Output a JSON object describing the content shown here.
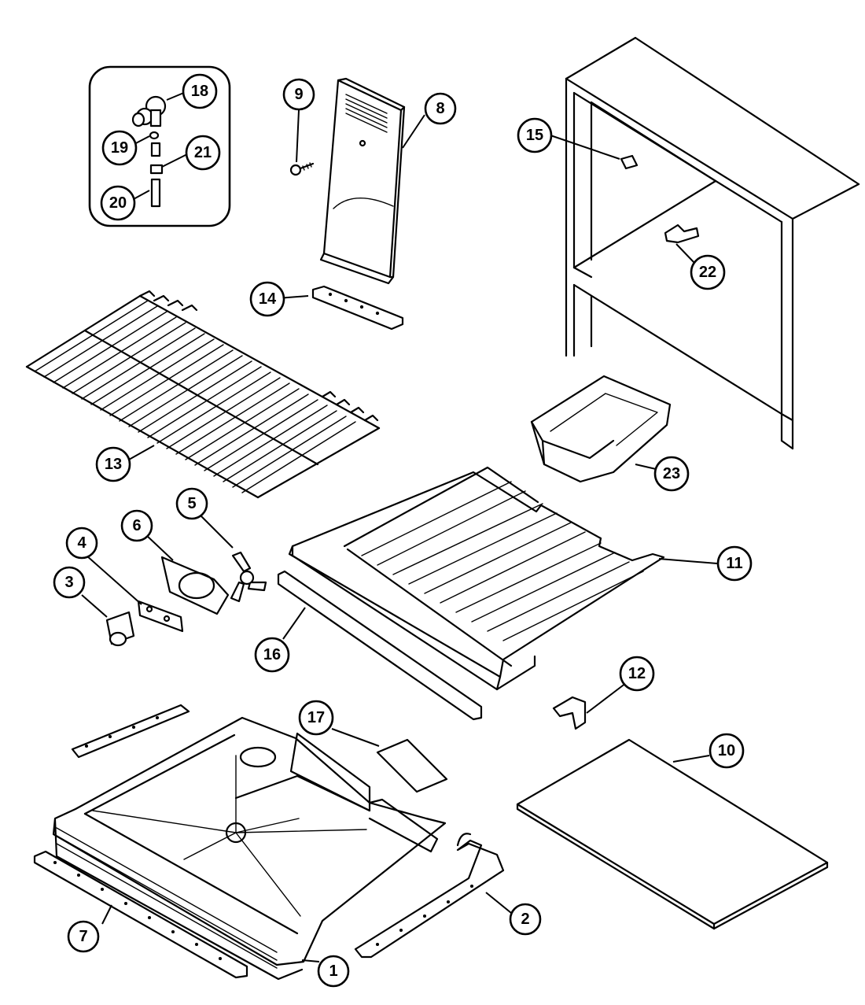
{
  "callouts": [
    {
      "id": "c1",
      "label": "1"
    },
    {
      "id": "c2",
      "label": "2"
    },
    {
      "id": "c3",
      "label": "3"
    },
    {
      "id": "c4",
      "label": "4"
    },
    {
      "id": "c5",
      "label": "5"
    },
    {
      "id": "c6",
      "label": "6"
    },
    {
      "id": "c7",
      "label": "7"
    },
    {
      "id": "c8",
      "label": "8"
    },
    {
      "id": "c9",
      "label": "9"
    },
    {
      "id": "c10",
      "label": "10"
    },
    {
      "id": "c11",
      "label": "11"
    },
    {
      "id": "c12",
      "label": "12"
    },
    {
      "id": "c13",
      "label": "13"
    },
    {
      "id": "c14",
      "label": "14"
    },
    {
      "id": "c15",
      "label": "15"
    },
    {
      "id": "c16",
      "label": "16"
    },
    {
      "id": "c17",
      "label": "17"
    },
    {
      "id": "c18",
      "label": "18"
    },
    {
      "id": "c19",
      "label": "19"
    },
    {
      "id": "c20",
      "label": "20"
    },
    {
      "id": "c21",
      "label": "21"
    },
    {
      "id": "c22",
      "label": "22"
    },
    {
      "id": "c23",
      "label": "23"
    }
  ]
}
